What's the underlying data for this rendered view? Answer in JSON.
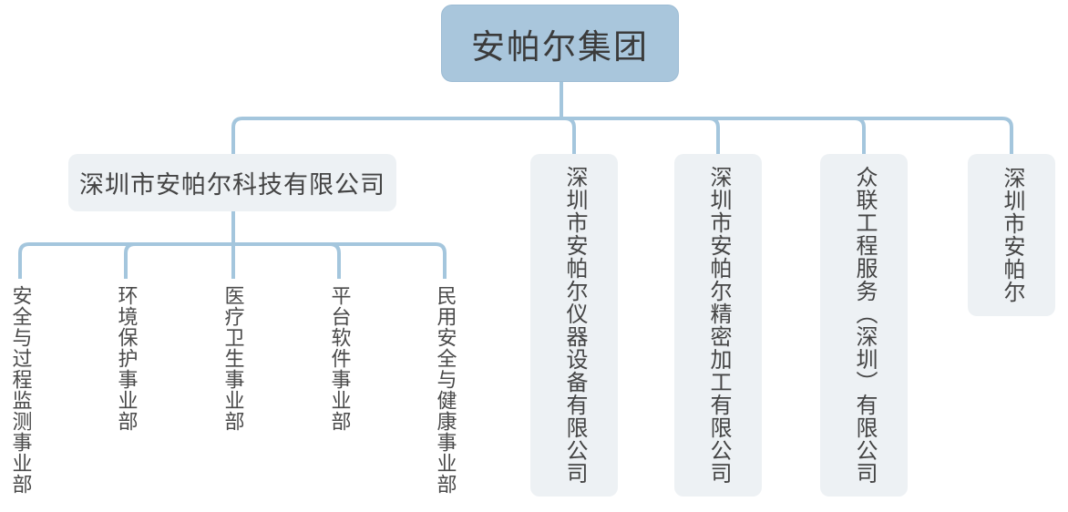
{
  "colors": {
    "root_fill": "#a9c6dc",
    "root_border": "#9dbcd4",
    "subsidiary_fill": "#edf1f4",
    "connector": "#a4c6dd",
    "text": "#3f3f3f"
  },
  "org": {
    "root": {
      "label": "安帕尔集团"
    },
    "subsidiaries": [
      {
        "label": "深圳市安帕尔科技有限公司",
        "orientation": "horizontal",
        "divisions": [
          "安全与过程监测事业部",
          "环境保护事业部",
          "医疗卫生事业部",
          "平台软件事业部",
          "民用安全与健康事业部"
        ]
      },
      {
        "label": "深圳市安帕尔仪器设备有限公司",
        "orientation": "vertical"
      },
      {
        "label": "深圳市安帕尔精密加工有限公司",
        "orientation": "vertical"
      },
      {
        "label": "众联工程服务（深圳）有限公司",
        "orientation": "vertical"
      },
      {
        "label": "深圳市安帕尔",
        "orientation": "vertical"
      }
    ]
  }
}
